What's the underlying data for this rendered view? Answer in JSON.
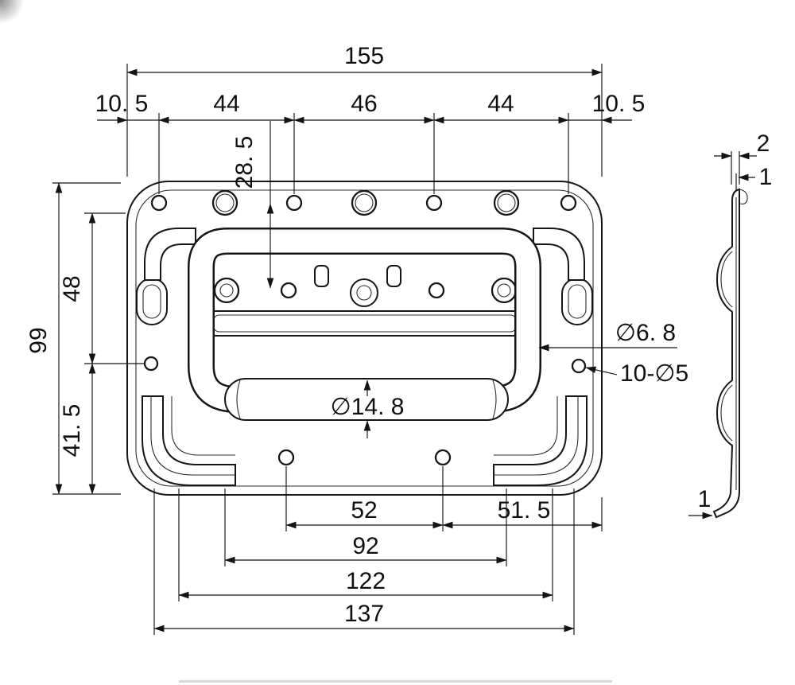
{
  "colors": {
    "ink": "#141414",
    "paper": "#ffffff"
  },
  "drawing": {
    "dims": {
      "overall_width": "155",
      "seg_1": "10. 5",
      "seg_2": "44",
      "seg_3": "46",
      "seg_4": "44",
      "seg_5": "10. 5",
      "hole_row_offset": "28. 5",
      "overall_height": "99",
      "height_upper": "48",
      "height_lower": "41. 5",
      "pivot_hole_dia": "∅6. 8",
      "mounting_holes": "10-∅5",
      "grip_dia": "∅14. 8",
      "span_52": "52",
      "span_51_5": "51. 5",
      "span_92": "92",
      "span_122": "122",
      "span_137": "137",
      "side_outer": "2",
      "side_inner": "1",
      "side_bottom": "1"
    }
  }
}
